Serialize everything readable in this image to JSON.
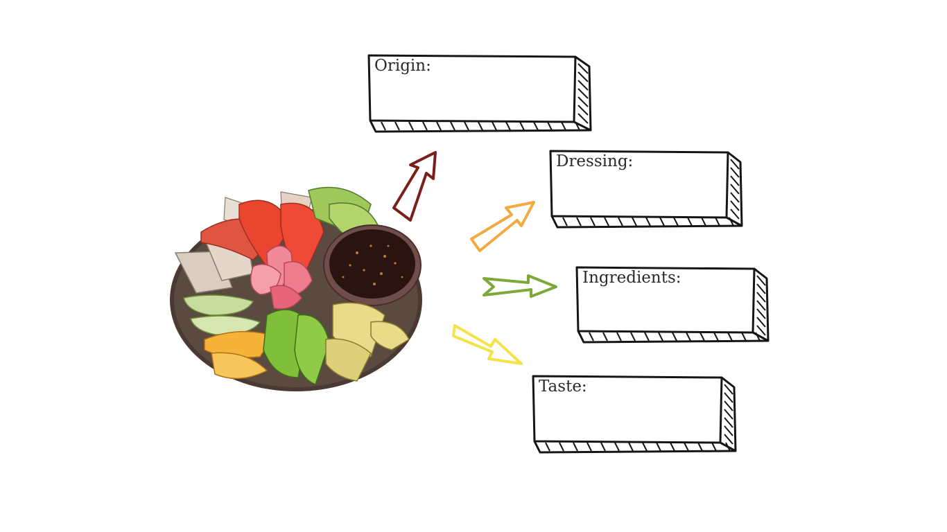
{
  "boxes": {
    "origin": {
      "label": "Origin:"
    },
    "dressing": {
      "label": "Dressing:"
    },
    "ingredients": {
      "label": "Ingredients:"
    },
    "taste": {
      "label": "Taste:"
    }
  },
  "arrows": {
    "origin": {
      "color": "#7a1f1a"
    },
    "dressing": {
      "color": "#f3a940"
    },
    "ingredients": {
      "color": "#7ea83a"
    },
    "taste": {
      "color": "#f3e24a"
    }
  },
  "illustration": {
    "icon": "salad-plate-with-dipping-sauce"
  }
}
